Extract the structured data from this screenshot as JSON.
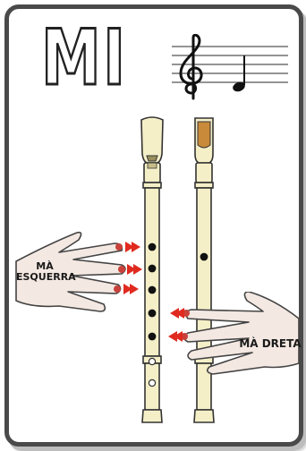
{
  "note_name": "MI",
  "labels": {
    "left_hand": "MÀ ESQUERRA",
    "right_hand": "MÀ DRETA"
  },
  "colors": {
    "recorder": "#f5efc8",
    "outline": "#333333",
    "mouthpiece_top": "#c98a3a",
    "arrow": "#e02a1f",
    "card_border": "#4a4a4a"
  },
  "icons": [
    "treble-clef-icon",
    "quarter-note-icon",
    "left-hand-icon",
    "right-hand-icon",
    "press-arrow-icon"
  ],
  "fingering": {
    "thumb_hole": "covered",
    "holes_covered": [
      true,
      true,
      true,
      true,
      true,
      false,
      false
    ]
  }
}
